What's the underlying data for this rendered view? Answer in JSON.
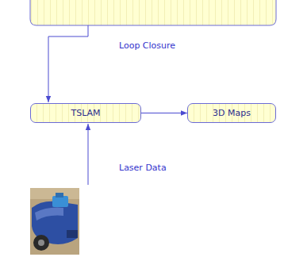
{
  "diagram": {
    "nodes": [
      {
        "text": [
          "TSLAM"
        ]
      },
      {
        "text": [
          "3D Maps"
        ]
      }
    ],
    "edges": [
      {
        "from": 0,
        "to": 1,
        "arrow": "to"
      }
    ],
    "labels": [
      "Loop Closure",
      "Laser Data"
    ]
  }
}
